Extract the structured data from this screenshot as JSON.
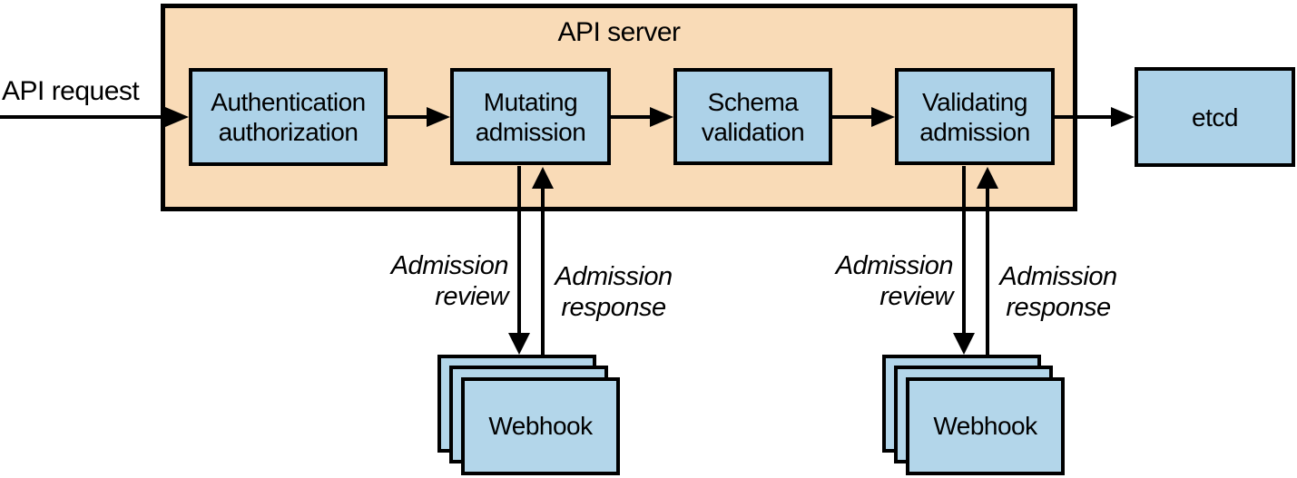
{
  "colors": {
    "server_fill": "#F9DBB7",
    "box_fill": "#ADD2E8",
    "webhook_fill": "#B3D6EA",
    "outline": "#000000",
    "background": "#FFFFFF"
  },
  "labels": {
    "api_request": "API request"
  },
  "api_server": {
    "title": "API server",
    "stages": [
      {
        "line1": "Authentication",
        "line2": "authorization"
      },
      {
        "line1": "Mutating",
        "line2": "admission"
      },
      {
        "line1": "Schema",
        "line2": "validation"
      },
      {
        "line1": "Validating",
        "line2": "admission"
      }
    ]
  },
  "etcd": {
    "label": "etcd"
  },
  "webhook": {
    "label": "Webhook"
  },
  "admission_flow": {
    "review_line1": "Admission",
    "review_line2": "review",
    "response_line1": "Admission",
    "response_line2": "response"
  }
}
